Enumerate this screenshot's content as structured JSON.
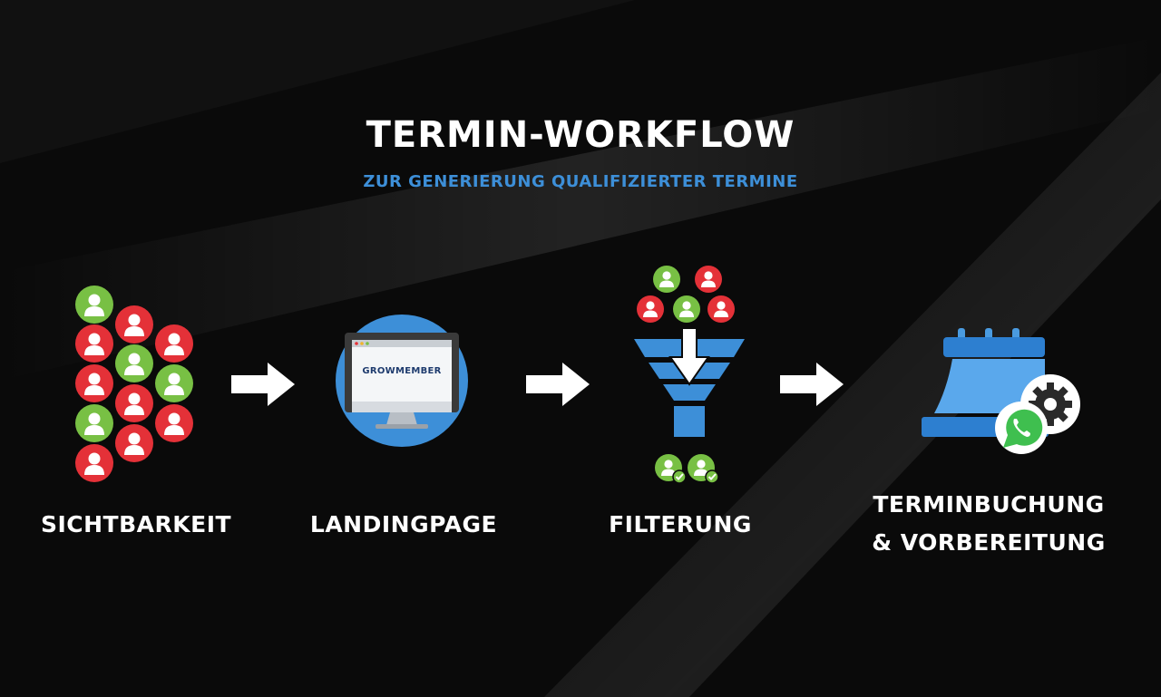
{
  "colors": {
    "background": "#0a0a0a",
    "accent_blue": "#3d8fd8",
    "person_green": "#78c044",
    "person_red": "#e43138",
    "arrow_white": "#ffffff",
    "icon_blue": "#4a9be0",
    "dark_blue": "#2569b3"
  },
  "header": {
    "title": "TERMIN-WORKFLOW",
    "subtitle": "ZUR GENERIERUNG QUALIFIZIERTER TERMINE"
  },
  "steps": [
    {
      "label": "SICHTBARKEIT",
      "icon": "people-crowd-icon"
    },
    {
      "label": "LANDINGPAGE",
      "icon": "monitor-icon"
    },
    {
      "label": "FILTERUNG",
      "icon": "funnel-icon"
    },
    {
      "label_line1": "TERMINBUCHUNG",
      "label_line2": "& VORBEREITUNG",
      "icon": "calendar-whatsapp-gear-icon"
    }
  ],
  "monitor": {
    "logo_text": "GROWMEMBER"
  }
}
